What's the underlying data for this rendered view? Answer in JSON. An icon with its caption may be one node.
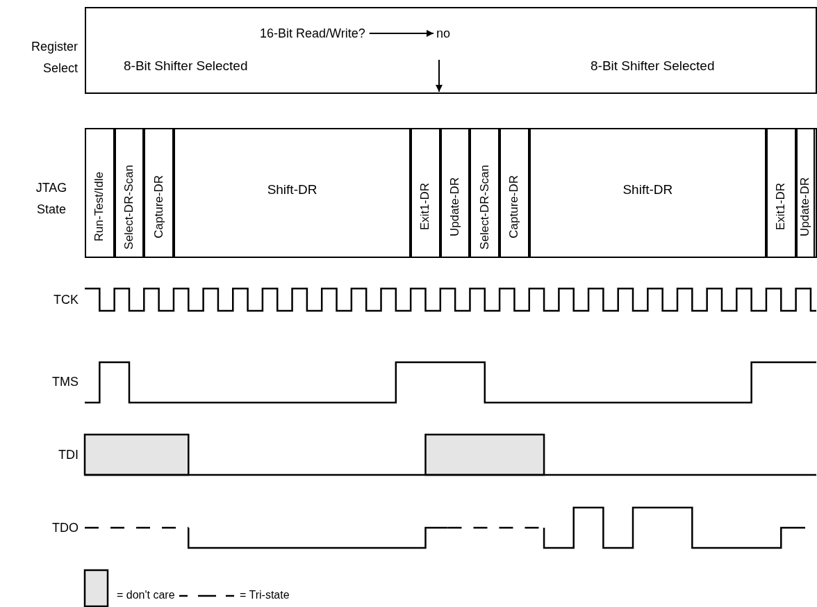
{
  "diagram": {
    "nodes": [
      {
        "text": [
          "8-Bit Shifter Selected",
          "8-Bit Shifter Selected"
        ],
        "beside": [
          "Register Select"
        ]
      },
      {
        "text": [
          "16-Bit Read/Write?"
        ],
        "in": 0
      },
      {
        "text": [
          "no"
        ],
        "in": 0
      },
      {
        "text": [],
        "shape": "box",
        "beside": [
          "JTAG State"
        ]
      },
      {
        "text": [
          "Run-Test/Idle"
        ],
        "in": 3
      },
      {
        "text": [
          "Select-DR-Scan"
        ],
        "in": 3
      },
      {
        "text": [
          "Capture-DR"
        ],
        "in": 3
      },
      {
        "text": [
          "Shift-DR"
        ],
        "in": 3
      },
      {
        "text": [
          "Exit1-DR"
        ],
        "in": 3
      },
      {
        "text": [
          "Update-DR"
        ],
        "in": 3
      },
      {
        "text": [
          "Select-DR-Scan"
        ],
        "in": 3
      },
      {
        "text": [
          "Capture-DR"
        ],
        "in": 3
      },
      {
        "text": [
          "Shift-DR"
        ],
        "in": 3
      },
      {
        "text": [
          "Exit1-DR"
        ],
        "in": 3
      },
      {
        "text": [
          "Update-DR"
        ],
        "in": 3
      }
    ],
    "edges": [
      {
        "from": 1,
        "to": 2,
        "arrow": "to"
      }
    ],
    "labels": [
      "TCK",
      "TMS",
      "TDI",
      "TDO"
    ],
    "legend": [
      {
        "text": "= don't care",
        "color": "#e5e5e5"
      },
      {
        "text": "= Tri-state"
      }
    ]
  }
}
